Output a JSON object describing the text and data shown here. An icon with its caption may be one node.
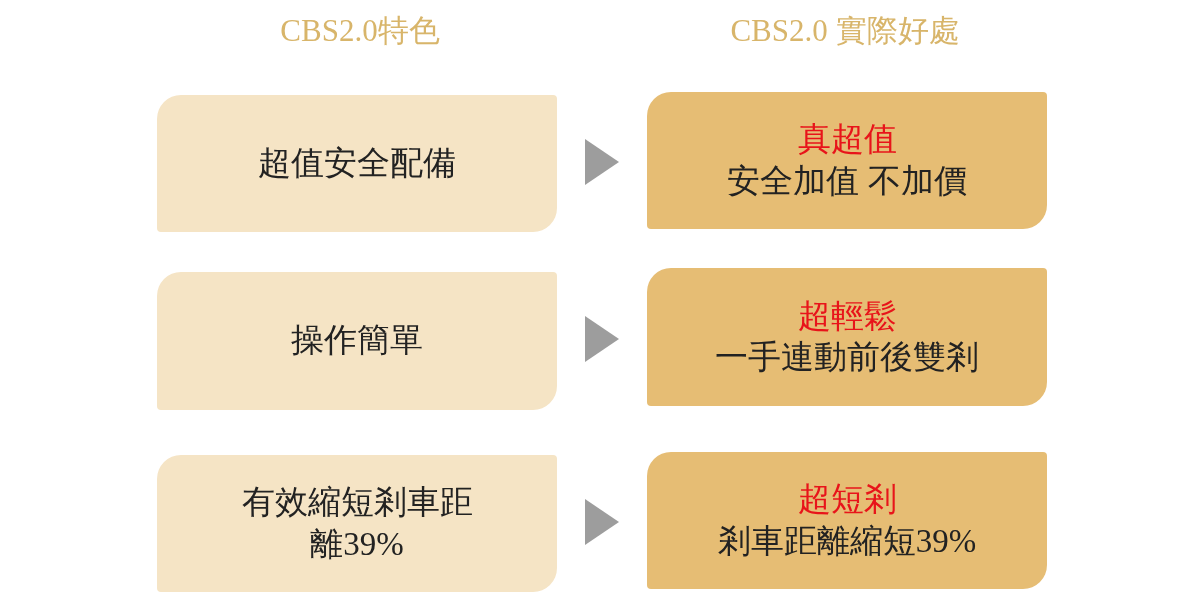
{
  "diagram": {
    "nodes": [
      {
        "text": [
          "超值安全配備"
        ]
      },
      {
        "text": [
          "真超值",
          "安全加值 不加價"
        ]
      },
      {
        "text": [
          "操作簡單"
        ]
      },
      {
        "text": [
          "超輕鬆",
          "一手連動前後雙剎"
        ]
      },
      {
        "text": [
          "有效縮短剎車距離39%"
        ]
      },
      {
        "text": [
          "超短剎",
          "剎車距離縮短39%"
        ]
      }
    ],
    "edges": [
      {
        "from": 0,
        "to": 1,
        "arrow": "to"
      },
      {
        "from": 2,
        "to": 3,
        "arrow": "to"
      },
      {
        "from": 4,
        "to": 5,
        "arrow": "to"
      }
    ],
    "labels": [
      "CBS2.0特色",
      "CBS2.0 實際好處"
    ]
  }
}
